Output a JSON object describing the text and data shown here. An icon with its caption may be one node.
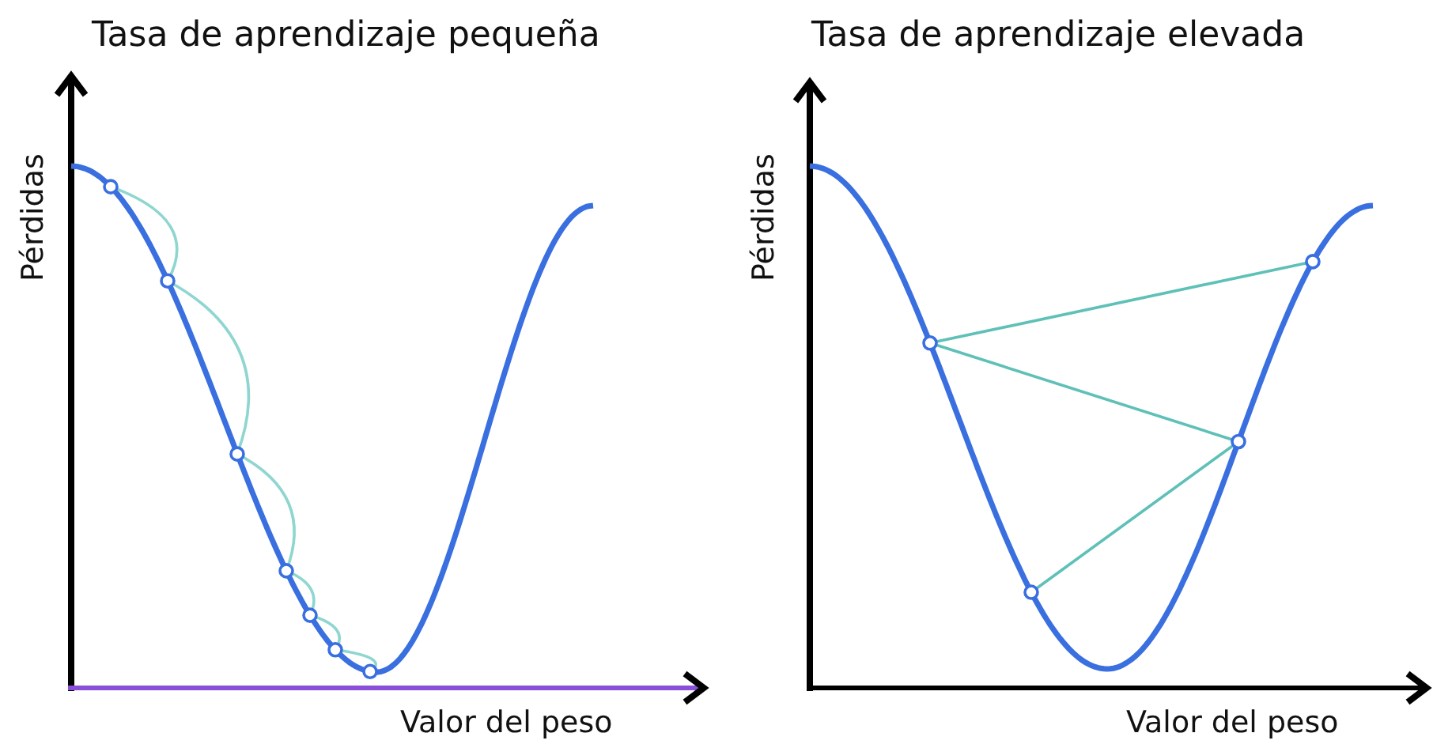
{
  "diagram": {
    "labels": [
      "Tasa de aprendizaje pequeña",
      "Pérdidas",
      "Valor del peso",
      "Tasa de aprendizaje elevada",
      "Pérdidas",
      "Valor del peso"
    ]
  }
}
